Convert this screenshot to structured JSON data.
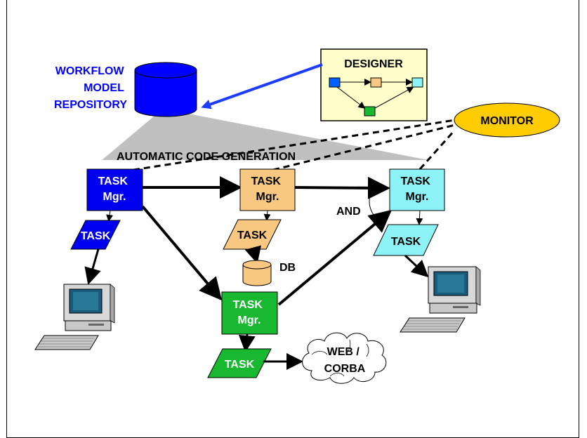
{
  "repository": {
    "label_lines": [
      "WORKFLOW",
      "MODEL",
      "REPOSITORY"
    ],
    "color": "#0000ff"
  },
  "designer": {
    "label": "DESIGNER"
  },
  "monitor": {
    "label": "MONITOR"
  },
  "generation": {
    "label": "AUTOMATIC CODE  GENERATION"
  },
  "task_managers": [
    {
      "id": "blue",
      "line1": "TASK",
      "line2": "Mgr.",
      "color": "#0000f0",
      "text_color": "#ffffff"
    },
    {
      "id": "orange",
      "line1": "TASK",
      "line2": "Mgr.",
      "color": "#f8c882",
      "text_color": "#000000"
    },
    {
      "id": "cyan",
      "line1": "TASK",
      "line2": "Mgr.",
      "color": "#8cf2f6",
      "text_color": "#000000"
    },
    {
      "id": "green",
      "line1": "TASK",
      "line2": "Mgr.",
      "color": "#18b830",
      "text_color": "#ffffff"
    }
  ],
  "tasks": [
    {
      "id": "blue",
      "label": "TASK",
      "color": "#0000f0",
      "text_color": "#ffffff"
    },
    {
      "id": "orange",
      "label": "TASK",
      "color": "#f8c882",
      "text_color": "#000000"
    },
    {
      "id": "cyan",
      "label": "TASK",
      "color": "#8cf2f6",
      "text_color": "#000000"
    },
    {
      "id": "green",
      "label": "TASK",
      "color": "#18b830",
      "text_color": "#ffffff"
    }
  ],
  "db": {
    "label": "DB",
    "color": "#f8c882"
  },
  "and_join": {
    "label": "AND"
  },
  "web_corba": {
    "label_lines": [
      "WEB /",
      "CORBA"
    ]
  }
}
